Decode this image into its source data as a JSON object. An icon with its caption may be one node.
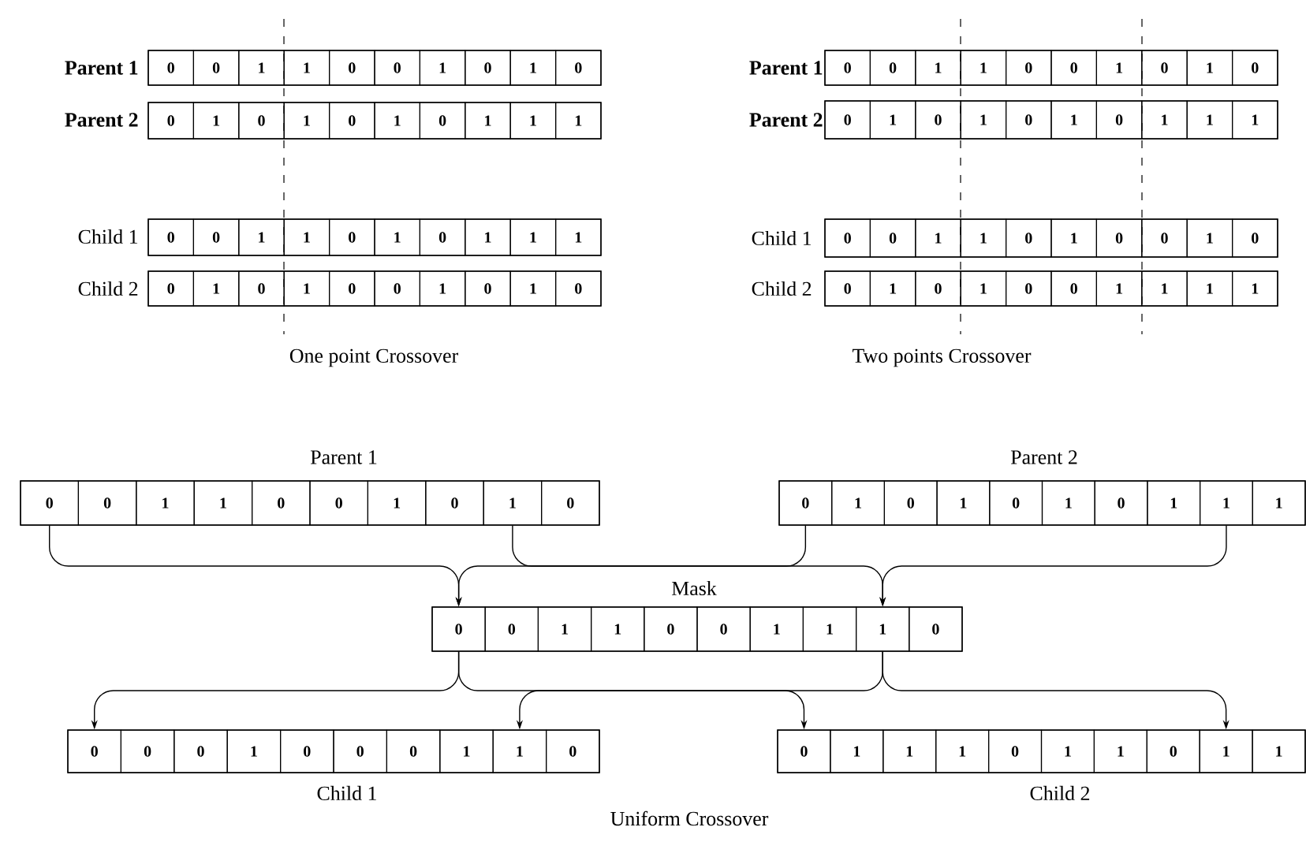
{
  "diagram": {
    "nodes": [
      {
        "text": [
          "Parent 1"
        ]
      },
      {
        "text": [
          "0"
        ],
        "in": 0
      },
      {
        "text": [
          "0"
        ],
        "in": 0
      },
      {
        "text": [
          "1"
        ],
        "in": 0
      },
      {
        "text": [
          "1"
        ],
        "in": 0
      },
      {
        "text": [
          "0"
        ],
        "in": 0
      },
      {
        "text": [
          "0"
        ],
        "in": 0
      },
      {
        "text": [
          "1"
        ],
        "in": 0
      },
      {
        "text": [
          "0"
        ],
        "in": 0
      },
      {
        "text": [
          "1"
        ],
        "in": 0
      },
      {
        "text": [
          "0"
        ],
        "in": 0
      },
      {
        "text": [
          "Parent 2"
        ]
      },
      {
        "text": [
          "0"
        ],
        "in": 11
      },
      {
        "text": [
          "1"
        ],
        "in": 11
      },
      {
        "text": [
          "0"
        ],
        "in": 11
      },
      {
        "text": [
          "1"
        ],
        "in": 11
      },
      {
        "text": [
          "0"
        ],
        "in": 11
      },
      {
        "text": [
          "1"
        ],
        "in": 11
      },
      {
        "text": [
          "0"
        ],
        "in": 11
      },
      {
        "text": [
          "1"
        ],
        "in": 11
      },
      {
        "text": [
          "1"
        ],
        "in": 11
      },
      {
        "text": [
          "1"
        ],
        "in": 11
      },
      {
        "text": [
          "Child 1"
        ]
      },
      {
        "text": [
          "0"
        ],
        "in": 22
      },
      {
        "text": [
          "0"
        ],
        "in": 22
      },
      {
        "text": [
          "1"
        ],
        "in": 22
      },
      {
        "text": [
          "1"
        ],
        "in": 22
      },
      {
        "text": [
          "0"
        ],
        "in": 22
      },
      {
        "text": [
          "1"
        ],
        "in": 22
      },
      {
        "text": [
          "0"
        ],
        "in": 22
      },
      {
        "text": [
          "1"
        ],
        "in": 22
      },
      {
        "text": [
          "1"
        ],
        "in": 22
      },
      {
        "text": [
          "1"
        ],
        "in": 22
      },
      {
        "text": [
          "Child 2"
        ]
      },
      {
        "text": [
          "0"
        ],
        "in": 33
      },
      {
        "text": [
          "1"
        ],
        "in": 33
      },
      {
        "text": [
          "0"
        ],
        "in": 33
      },
      {
        "text": [
          "1"
        ],
        "in": 33
      },
      {
        "text": [
          "0"
        ],
        "in": 33
      },
      {
        "text": [
          "0"
        ],
        "in": 33
      },
      {
        "text": [
          "1"
        ],
        "in": 33
      },
      {
        "text": [
          "0"
        ],
        "in": 33
      },
      {
        "text": [
          "1"
        ],
        "in": 33
      },
      {
        "text": [
          "0"
        ],
        "in": 33
      },
      {
        "text": [
          "Parent 1"
        ]
      },
      {
        "text": [
          "0"
        ],
        "in": 44
      },
      {
        "text": [
          "0"
        ],
        "in": 44
      },
      {
        "text": [
          "1"
        ],
        "in": 44
      },
      {
        "text": [
          "1"
        ],
        "in": 44
      },
      {
        "text": [
          "0"
        ],
        "in": 44
      },
      {
        "text": [
          "0"
        ],
        "in": 44
      },
      {
        "text": [
          "1"
        ],
        "in": 44
      },
      {
        "text": [
          "0"
        ],
        "in": 44
      },
      {
        "text": [
          "1"
        ],
        "in": 44
      },
      {
        "text": [
          "0"
        ],
        "in": 44
      },
      {
        "text": [
          "Parent 2"
        ]
      },
      {
        "text": [
          "0"
        ],
        "in": 55
      },
      {
        "text": [
          "1"
        ],
        "in": 55
      },
      {
        "text": [
          "0"
        ],
        "in": 55
      },
      {
        "text": [
          "1"
        ],
        "in": 55
      },
      {
        "text": [
          "0"
        ],
        "in": 55
      },
      {
        "text": [
          "1"
        ],
        "in": 55
      },
      {
        "text": [
          "0"
        ],
        "in": 55
      },
      {
        "text": [
          "1"
        ],
        "in": 55
      },
      {
        "text": [
          "1"
        ],
        "in": 55
      },
      {
        "text": [
          "1"
        ],
        "in": 55
      },
      {
        "text": [
          "Child 1"
        ]
      },
      {
        "text": [
          "0"
        ],
        "in": 66
      },
      {
        "text": [
          "0"
        ],
        "in": 66
      },
      {
        "text": [
          "1"
        ],
        "in": 66
      },
      {
        "text": [
          "1"
        ],
        "in": 66
      },
      {
        "text": [
          "0"
        ],
        "in": 66
      },
      {
        "text": [
          "1"
        ],
        "in": 66
      },
      {
        "text": [
          "0"
        ],
        "in": 66
      },
      {
        "text": [
          "0"
        ],
        "in": 66
      },
      {
        "text": [
          "1"
        ],
        "in": 66
      },
      {
        "text": [
          "0"
        ],
        "in": 66
      },
      {
        "text": [
          "Child 2"
        ]
      },
      {
        "text": [
          "0"
        ],
        "in": 77
      },
      {
        "text": [
          "1"
        ],
        "in": 77
      },
      {
        "text": [
          "0"
        ],
        "in": 77
      },
      {
        "text": [
          "1"
        ],
        "in": 77
      },
      {
        "text": [
          "0"
        ],
        "in": 77
      },
      {
        "text": [
          "0"
        ],
        "in": 77
      },
      {
        "text": [
          "1"
        ],
        "in": 77
      },
      {
        "text": [
          "1"
        ],
        "in": 77
      },
      {
        "text": [
          "1"
        ],
        "in": 77
      },
      {
        "text": [
          "1"
        ],
        "in": 77
      },
      {
        "text": [
          "Parent 1"
        ]
      },
      {
        "text": [
          "0"
        ],
        "in": 88
      },
      {
        "text": [
          "0"
        ],
        "in": 88
      },
      {
        "text": [
          "1"
        ],
        "in": 88
      },
      {
        "text": [
          "1"
        ],
        "in": 88
      },
      {
        "text": [
          "0"
        ],
        "in": 88
      },
      {
        "text": [
          "0"
        ],
        "in": 88
      },
      {
        "text": [
          "1"
        ],
        "in": 88
      },
      {
        "text": [
          "0"
        ],
        "in": 88
      },
      {
        "text": [
          "1"
        ],
        "in": 88
      },
      {
        "text": [
          "0"
        ],
        "in": 88
      },
      {
        "text": [
          "Parent 2"
        ]
      },
      {
        "text": [
          "0"
        ],
        "in": 99
      },
      {
        "text": [
          "1"
        ],
        "in": 99
      },
      {
        "text": [
          "0"
        ],
        "in": 99
      },
      {
        "text": [
          "1"
        ],
        "in": 99
      },
      {
        "text": [
          "0"
        ],
        "in": 99
      },
      {
        "text": [
          "1"
        ],
        "in": 99
      },
      {
        "text": [
          "0"
        ],
        "in": 99
      },
      {
        "text": [
          "1"
        ],
        "in": 99
      },
      {
        "text": [
          "1"
        ],
        "in": 99
      },
      {
        "text": [
          "1"
        ],
        "in": 99
      },
      {
        "text": [
          "Mask"
        ]
      },
      {
        "text": [
          "0"
        ],
        "in": 110
      },
      {
        "text": [
          "0"
        ],
        "in": 110
      },
      {
        "text": [
          "1"
        ],
        "in": 110
      },
      {
        "text": [
          "1"
        ],
        "in": 110
      },
      {
        "text": [
          "0"
        ],
        "in": 110
      },
      {
        "text": [
          "0"
        ],
        "in": 110
      },
      {
        "text": [
          "1"
        ],
        "in": 110
      },
      {
        "text": [
          "1"
        ],
        "in": 110
      },
      {
        "text": [
          "1"
        ],
        "in": 110
      },
      {
        "text": [
          "0"
        ],
        "in": 110
      },
      {
        "text": [
          "Child 1"
        ]
      },
      {
        "text": [
          "0"
        ],
        "in": 121
      },
      {
        "text": [
          "0"
        ],
        "in": 121
      },
      {
        "text": [
          "0"
        ],
        "in": 121
      },
      {
        "text": [
          "1"
        ],
        "in": 121
      },
      {
        "text": [
          "0"
        ],
        "in": 121
      },
      {
        "text": [
          "0"
        ],
        "in": 121
      },
      {
        "text": [
          "0"
        ],
        "in": 121
      },
      {
        "text": [
          "1"
        ],
        "in": 121
      },
      {
        "text": [
          "1"
        ],
        "in": 121
      },
      {
        "text": [
          "0"
        ],
        "in": 121
      },
      {
        "text": [
          "Child 2"
        ]
      },
      {
        "text": [
          "0"
        ],
        "in": 132
      },
      {
        "text": [
          "1"
        ],
        "in": 132
      },
      {
        "text": [
          "1"
        ],
        "in": 132
      },
      {
        "text": [
          "1"
        ],
        "in": 132
      },
      {
        "text": [
          "0"
        ],
        "in": 132
      },
      {
        "text": [
          "1"
        ],
        "in": 132
      },
      {
        "text": [
          "1"
        ],
        "in": 132
      },
      {
        "text": [
          "0"
        ],
        "in": 132
      },
      {
        "text": [
          "1"
        ],
        "in": 132
      },
      {
        "text": [
          "1"
        ],
        "in": 132
      }
    ],
    "edges": [
      {
        "from": 89,
        "to": 111,
        "arrow": "to"
      },
      {
        "from": 97,
        "to": 119,
        "arrow": "to"
      },
      {
        "from": 100,
        "to": 111,
        "arrow": "to"
      },
      {
        "from": 108,
        "to": 119,
        "arrow": "to"
      },
      {
        "from": 111,
        "to": 122,
        "arrow": "to"
      },
      {
        "from": 111,
        "to": 133,
        "arrow": "to"
      },
      {
        "from": 119,
        "to": 130,
        "arrow": "to"
      },
      {
        "from": 119,
        "to": 141,
        "arrow": "to"
      }
    ],
    "labels": [
      "One point Crossover",
      "Two points Crossover",
      "Uniform Crossover"
    ]
  }
}
